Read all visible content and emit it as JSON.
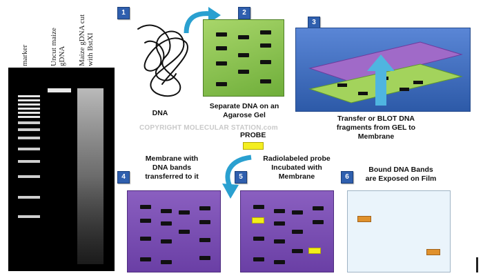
{
  "lanes": {
    "marker": "marker",
    "uncut": "Uncut maize\ngDNA",
    "cut": "Maize gDNA cut\nwith BstXI"
  },
  "steps": {
    "s1": {
      "number": "1",
      "caption": "DNA"
    },
    "s2": {
      "number": "2",
      "caption": "Separate DNA on an\nAgarose Gel"
    },
    "s3": {
      "number": "3",
      "caption": "Transfer or BLOT DNA\nfragments from GEL to\nMembrane"
    },
    "s4": {
      "number": "4",
      "caption": "Membrane with\nDNA bands\ntransferred to it"
    },
    "s5": {
      "number": "5",
      "caption": "Radiolabeled probe\nIncubated with\nMembrane"
    },
    "s6": {
      "number": "6",
      "caption": "Bound DNA Bands\nare Exposed on Film"
    }
  },
  "probe_label": "PROBE",
  "copyright": "COPYRIGHT MOLECULAR STATION.com",
  "colors": {
    "step_badge": "#2f5fae",
    "gel_green": "#8cc84b",
    "membrane_purple": "#7b4fb3",
    "blot_blue": "#3b6cc0",
    "probe_yellow": "#f4ee20",
    "film_band_orange": "#e0912c",
    "arrow_teal": "#2aa0d0"
  }
}
